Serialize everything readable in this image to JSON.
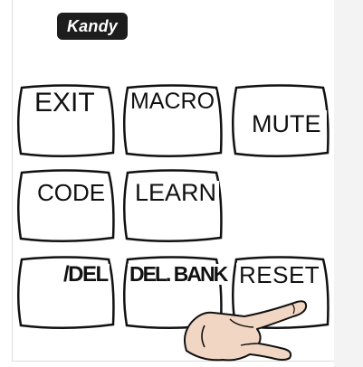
{
  "brand": {
    "logo_text": "Kandy"
  },
  "buttons": {
    "exit": "EXIT",
    "macro": "MACRO",
    "mute": "MUTE",
    "code": "CODE",
    "learn": "LEARN",
    "del": "/DEL",
    "del_bank": "DEL. BANK",
    "reset": "RESET"
  },
  "icons": {
    "pointer": "pointing-hand-icon"
  }
}
